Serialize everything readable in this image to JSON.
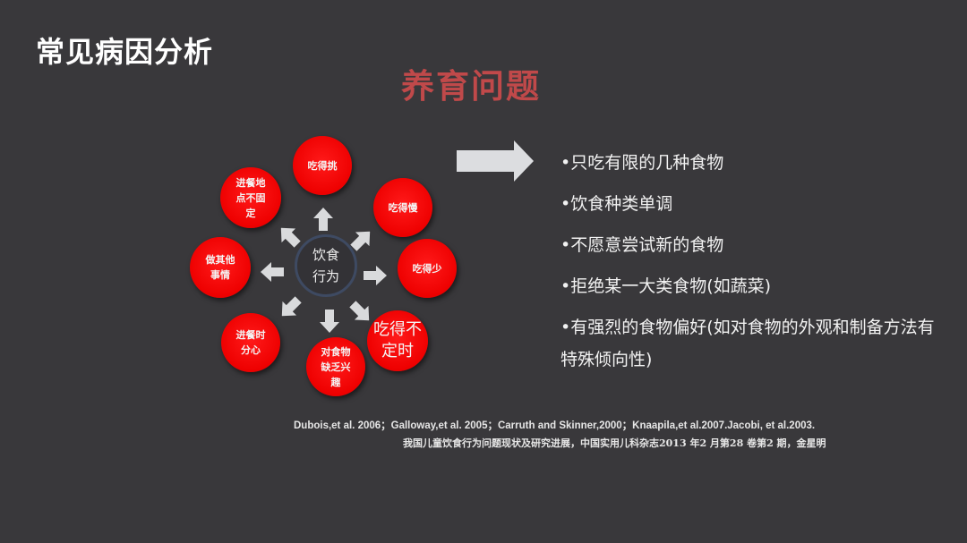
{
  "slide": {
    "title": "常见病因分析",
    "section_title": "养育问题",
    "colors": {
      "background": "#39383b",
      "title": "#ffffff",
      "section_title": "#c0494a",
      "node_fill": "#ee0000",
      "center_ring": "#3e4a62",
      "arrow": "#d9dadc"
    }
  },
  "diagram": {
    "center": {
      "label_line1": "饮食",
      "label_line2": "行为"
    },
    "nodes": [
      {
        "label": "吃得挑"
      },
      {
        "label": "吃得慢"
      },
      {
        "label": "吃得少"
      },
      {
        "label": "吃得不定时"
      },
      {
        "label": "对食物缺乏兴趣"
      },
      {
        "label": "进餐时分心"
      },
      {
        "label": "做其他事情"
      },
      {
        "label": "进餐地点不固定"
      }
    ]
  },
  "bullets": [
    "•只吃有限的几种食物",
    "•饮食种类单调",
    "•不愿意尝试新的食物",
    "•拒绝某一大类食物(如蔬菜)",
    "•有强烈的食物偏好(如对食物的外观和制备方法有特殊倾向性)"
  ],
  "references": {
    "english": "Dubois,et al. 2006；Galloway,et al. 2005；Carruth and Skinner,2000；Knaapila,et al.2007.Jacobi, et al.2003.",
    "chinese": "我国儿童饮食行为问题现状及研究进展，中国实用儿科杂志2013 年2 月第28 卷第2 期，金星明"
  }
}
